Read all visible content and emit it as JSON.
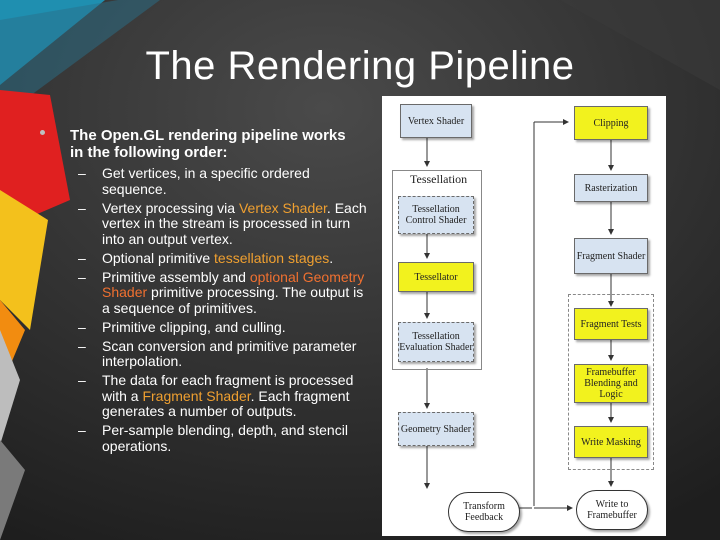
{
  "slide": {
    "title": "The Rendering Pipeline",
    "main_bullet": "The Open.GL rendering pipeline works in the following order:",
    "sub_items": [
      {
        "a": "Get vertices, in a specific ordered sequence.",
        "b": "",
        "c": ""
      },
      {
        "a": "Vertex processing via ",
        "b": "Vertex Shader",
        "c": ". Each vertex in the stream is processed in turn into an output vertex."
      },
      {
        "a": "Optional primitive ",
        "b": "tessellation stages",
        "c": "."
      },
      {
        "a": "Primitive assembly and ",
        "b": "optional Geometry Shader",
        "c": " primitive processing. The output is a sequence of primitives."
      },
      {
        "a": "Primitive clipping, and culling.",
        "b": "",
        "c": ""
      },
      {
        "a": "Scan conversion and primitive parameter interpolation.",
        "b": "",
        "c": ""
      },
      {
        "a": "The data for each fragment is processed with a ",
        "b": "Fragment Shader",
        "c": ". Each fragment generates a number of outputs."
      },
      {
        "a": "Per-sample blending, depth, and stencil operations.",
        "b": "",
        "c": ""
      }
    ],
    "dash": "–"
  },
  "diagram": {
    "vertex_shader": "Vertex Shader",
    "tessellation_group": "Tessellation",
    "tess_control": "Tessellation Control Shader",
    "tessellator": "Tessellator",
    "tess_eval": "Tessellation Evaluation Shader",
    "geometry_shader": "Geometry Shader",
    "transform_feedback": "Transform Feedback",
    "clipping": "Clipping",
    "rasterization": "Rasterization",
    "fragment_shader": "Fragment Shader",
    "fragment_tests": "Fragment Tests",
    "framebuffer_blending": "Framebuffer Blending and Logic",
    "write_masking": "Write Masking",
    "write_framebuffer": "Write to Framebuffer"
  },
  "colors": {
    "accent_orange": "#f0a030",
    "accent_red_orange": "#f07030",
    "box_blue": "#d7e3f1",
    "box_yellow": "#f2f21e"
  }
}
